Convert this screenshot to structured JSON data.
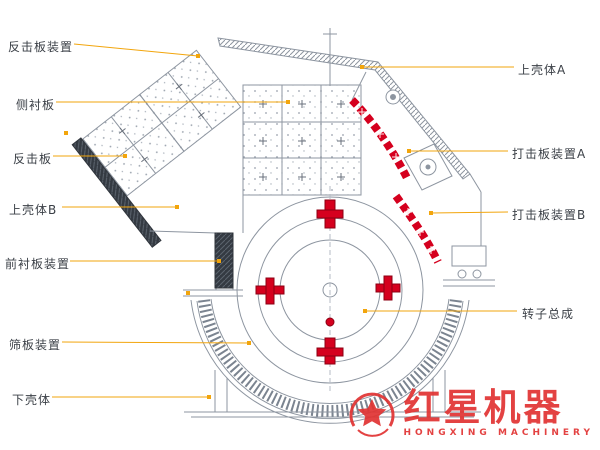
{
  "labels": {
    "left": [
      {
        "text": "反击板装置"
      },
      {
        "text": "侧衬板"
      },
      {
        "text": "反击板"
      },
      {
        "text": "上壳体B"
      },
      {
        "text": "前衬板装置"
      },
      {
        "text": "筛板装置"
      },
      {
        "text": "下壳体"
      }
    ],
    "right": [
      {
        "text": "上壳体A"
      },
      {
        "text": "打击板装置A"
      },
      {
        "text": "打击板装置B"
      },
      {
        "text": "转子总成"
      }
    ]
  },
  "watermark": {
    "brand": "红星机器",
    "subtitle": "HONGXING MACHINERY"
  },
  "colors": {
    "leader_line": "#f2a50c",
    "part_red": "#d5001e",
    "outline_gray": "#8d95a0",
    "watermark_red": "#e13332"
  }
}
